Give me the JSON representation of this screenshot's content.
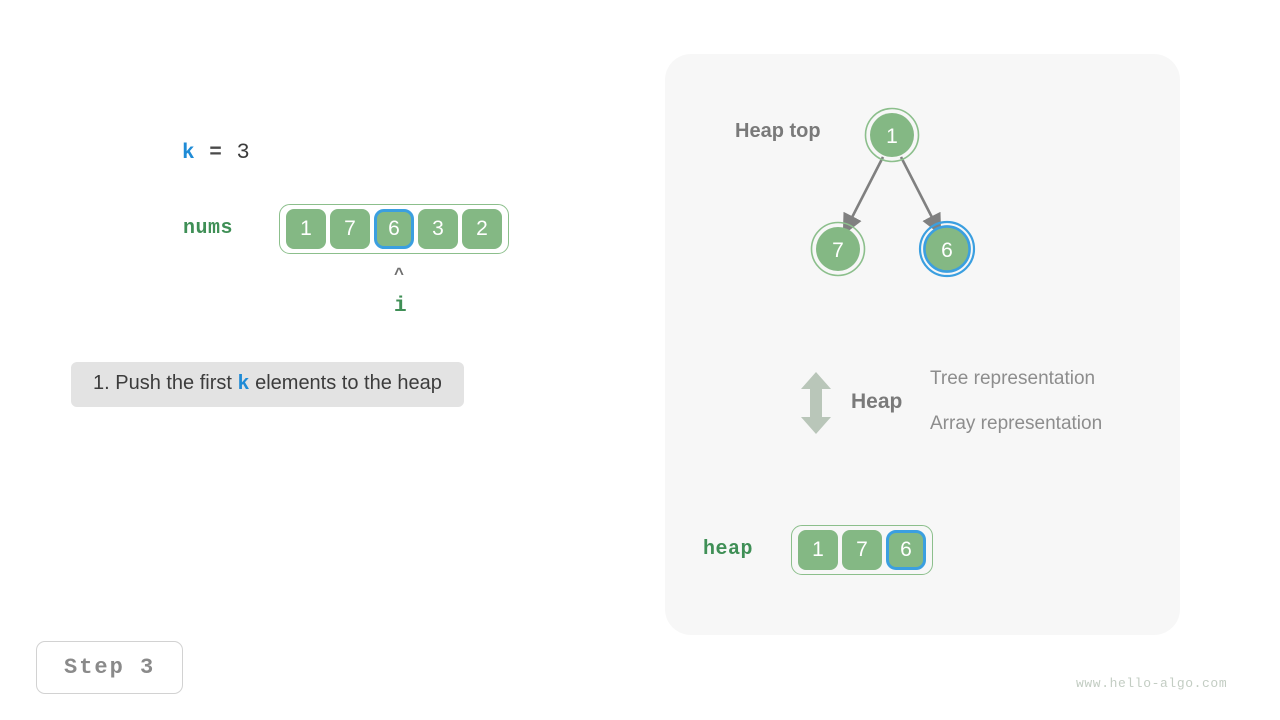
{
  "left": {
    "k_expr": {
      "var": "k",
      "op": "=",
      "value": "3"
    },
    "nums": {
      "label": "nums",
      "values": [
        "1",
        "7",
        "6",
        "3",
        "2"
      ],
      "highlight_index": 2
    },
    "pointer": {
      "caret": "^",
      "name": "i"
    },
    "instruction": {
      "prefix": "1. Push the first ",
      "var": "k",
      "suffix": " elements to the heap"
    },
    "step_badge": "Step 3"
  },
  "right": {
    "heap_top_label": "Heap top",
    "tree": {
      "nodes": [
        {
          "value": "1",
          "highlight": false
        },
        {
          "value": "7",
          "highlight": false
        },
        {
          "value": "6",
          "highlight": true
        }
      ]
    },
    "legend": {
      "heap": "Heap",
      "tree_representation": "Tree representation",
      "array_representation": "Array representation"
    },
    "heap_array": {
      "label": "heap",
      "values": [
        "1",
        "7",
        "6"
      ],
      "highlight_index": 2
    }
  },
  "watermark": "www.hello-algo.com",
  "colors": {
    "node_green": "#84b884",
    "ring_green": "#8cbf8c",
    "highlight_blue": "#3b9fe0",
    "label_green": "#3f8f56",
    "var_blue": "#1f8bd6",
    "panel_bg": "#f7f7f7",
    "banner_bg": "#e3e3e3",
    "arrow_gray": "#808080",
    "legend_arrow": "#b9c6b9"
  }
}
